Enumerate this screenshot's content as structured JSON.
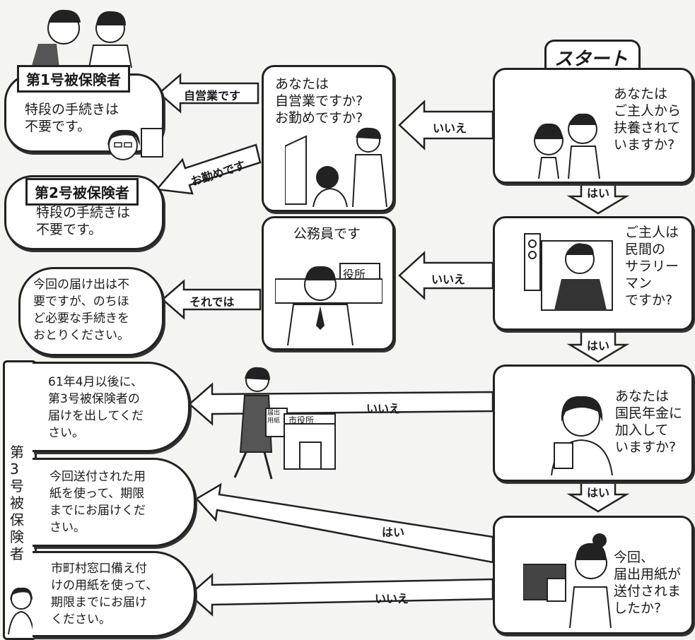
{
  "start_label": "スタート",
  "right_column": {
    "q1": "あなたは\nご主人から\n扶養されて\nいますか?",
    "q2": "ご主人は\n民間の\nサラリー\nマン\nですか?",
    "q3": "あなたは\n国民年金に\n加入して\nいますか?",
    "q4": "今回、\n届出用紙が\n送付されま\nしたか?"
  },
  "middle_column": {
    "q_self": "あなたは\n自営業ですか?\nお勤めですか?",
    "civil": "公務員です",
    "sign_office": "役所",
    "sign_city_office": "市役所",
    "form_label": "届出\n用紙"
  },
  "left_column": {
    "tag1": "第1号被保険者",
    "text1": "特段の手続きは\n不要です。",
    "tag2": "第2号被保険者",
    "text2": "特段の手続きは\n不要です。",
    "text_civil": "今回の届け出は不\n要ですが、のちほ\nど必要な手続きを\nおとりください。",
    "side_tag": "第3号被保険者",
    "text3a": "61年4月以後に、\n第3号被保険者の\n届けを出してくだ\nさい。",
    "text3b": "今回送付された用\n紙を使って、期限\nまでにお届けくだ\nさい。",
    "text3c": "市町村窓口備え付\nけの用紙を使って、\n期限までにお届け\nください。"
  },
  "arrows": {
    "self_employed": "自営業です",
    "employed": "お勤めです",
    "no1": "いいえ",
    "yes1": "はい",
    "no2": "いいえ",
    "then": "それでは",
    "yes2": "はい",
    "no3": "いいえ",
    "yes3": "はい",
    "yes4": "はい",
    "no4": "いいえ"
  }
}
